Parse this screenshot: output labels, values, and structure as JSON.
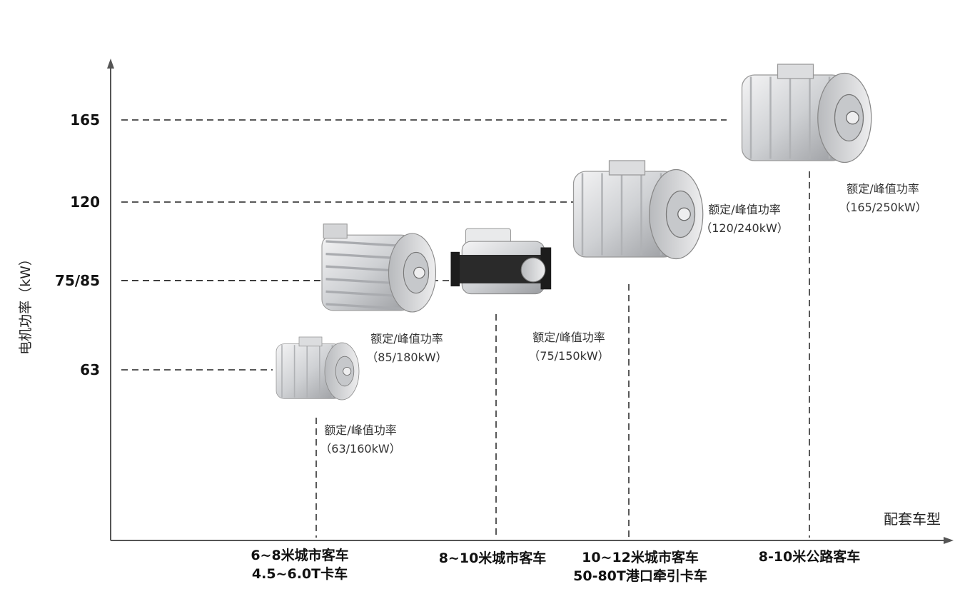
{
  "chart_data": {
    "type": "scatter",
    "title": "",
    "ylabel": "电机功率（kW）",
    "xlabel": "配套车型",
    "y_ticks": [
      "63",
      "75/85",
      "120",
      "165"
    ],
    "categories": [
      [
        "6~8米城市客车",
        "4.5~6.0T卡车"
      ],
      [
        "8~10米城市客车"
      ],
      [
        "10~12米城市客车",
        "50-80T港口牵引卡车"
      ],
      [
        "8-10米公路客车"
      ]
    ],
    "points": [
      {
        "category": 0,
        "y": "63",
        "rated_kw": 63,
        "peak_kw": 160,
        "label": [
          "额定/峰值功率",
          "（63/160kW）"
        ]
      },
      {
        "category": 0,
        "y": "75/85",
        "rated_kw": 85,
        "peak_kw": 180,
        "label": [
          "额定/峰值功率",
          "（85/180kW）"
        ]
      },
      {
        "category": 1,
        "y": "75/85",
        "rated_kw": 75,
        "peak_kw": 150,
        "label": [
          "额定/峰值功率",
          "（75/150kW）"
        ]
      },
      {
        "category": 2,
        "y": "120",
        "rated_kw": 120,
        "peak_kw": 240,
        "label": [
          "额定/峰值功率",
          "（120/240kW）"
        ]
      },
      {
        "category": 3,
        "y": "165",
        "rated_kw": 165,
        "peak_kw": 250,
        "label": [
          "额定/峰值功率",
          "（165/250kW）"
        ]
      }
    ],
    "colors": {
      "axis": "#555555",
      "guide": "#222222",
      "motor_body": "#d9dadc",
      "motor_dark": "#2a2a2a"
    }
  }
}
